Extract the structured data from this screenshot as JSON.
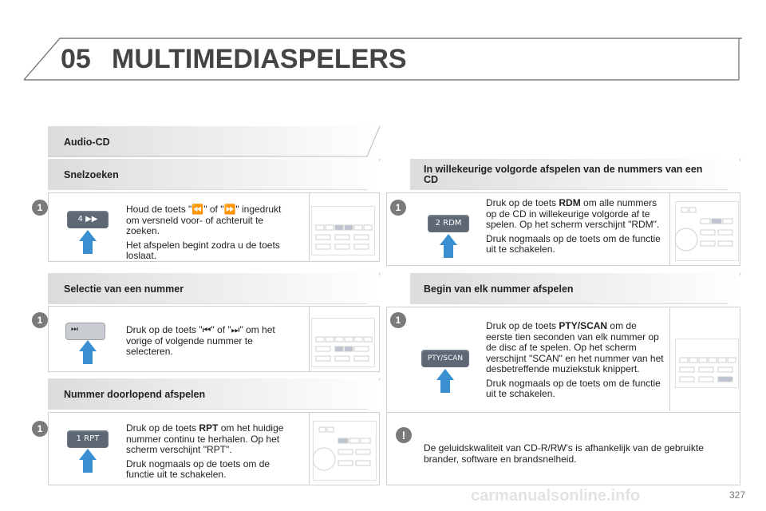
{
  "header": {
    "chapter_number": "05",
    "chapter_title": "MULTIMEDIASPELERS"
  },
  "sections": {
    "audio_cd": {
      "title": "Audio-CD"
    },
    "snelzoeken": {
      "title": "Snelzoeken",
      "step": "1",
      "text_line1": "Houd de toets \"⏪\" of \"⏩\" ingedrukt om versneld voor- of achteruit te zoeken.",
      "text_line2": "Het afspelen begint zodra u de toets loslaat.",
      "button_label": "4  ▶▶"
    },
    "selectie": {
      "title": "Selectie van een nummer",
      "step": "1",
      "text_line1": "Druk op de toets \"⏮\" of \"⏭\" om het vorige of volgende nummer te selecteren.",
      "button_label": "⏭"
    },
    "doorlopend": {
      "title": "Nummer doorlopend afspelen",
      "step": "1",
      "text_pre": "Druk op de toets ",
      "text_bold": "RPT",
      "text_post": " om het huidige nummer continu te herhalen. Op het scherm verschijnt \"RPT\".",
      "text_line2": "Druk nogmaals op de toets om de functie uit te schakelen.",
      "button_label": "1 RPT"
    },
    "willekeurig": {
      "title": "In willekeurige volgorde afspelen van de nummers van een CD",
      "step": "1",
      "text_pre": "Druk op de toets ",
      "text_bold": "RDM",
      "text_post": " om alle nummers op de CD in willekeurige volgorde af te spelen. Op het scherm verschijnt \"RDM\".",
      "text_line2": "Druk nogmaals op de toets om de functie uit te schakelen.",
      "button_label": "2 RDM"
    },
    "begin": {
      "title": "Begin van elk nummer afspelen",
      "step": "1",
      "text_pre": "Druk op de toets ",
      "text_bold": "PTY/SCAN",
      "text_post": " om de eerste tien seconden van elk nummer op de disc af te spelen. Op het scherm verschijnt \"SCAN\" en het nummer van het desbetreffende muziekstuk knippert.",
      "text_line2": "Druk nogmaals op de toets om de functie uit te schakelen.",
      "button_label": "PTY/SCAN"
    },
    "note": {
      "icon": "!",
      "text": "De geluidskwaliteit van CD-R/RW's is afhankelijk van de gebruikte brander, software en brandsnelheid."
    }
  },
  "footer": {
    "page_number": "327",
    "watermark": "carmanualsonline.info"
  },
  "colors": {
    "arrow": "#3a8fd0",
    "step_badge": "#7a7a7a",
    "button": "#5e6874"
  }
}
